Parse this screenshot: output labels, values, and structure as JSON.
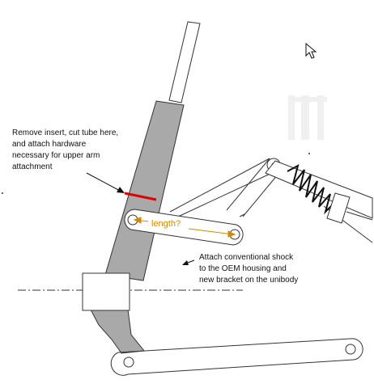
{
  "annotations": {
    "cut_note": [
      "Remove insert, cut tube here,",
      "and attach hardware",
      "necessary for upper arm",
      "attachment"
    ],
    "length_label": "length?",
    "shock_note": [
      "Attach conventional shock",
      "to the OEM housing and",
      "new bracket on the unibody"
    ]
  },
  "icons": {
    "cursor": "mouse-pointer-icon"
  },
  "colors": {
    "strut_body": "#a9a9a9",
    "cut_line": "#e00000",
    "dimension": "#d08a00",
    "outline": "#333333"
  }
}
